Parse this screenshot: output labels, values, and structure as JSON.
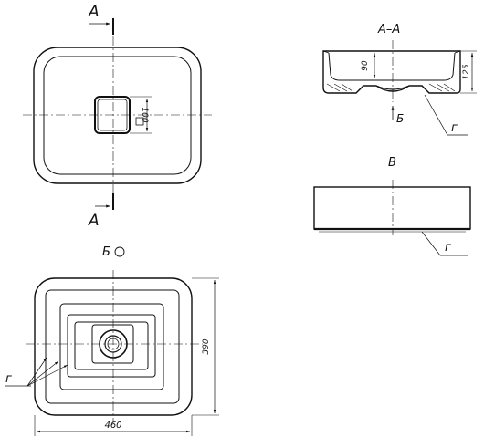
{
  "labels": {
    "section_mark": "A",
    "section_title": "A–A",
    "view_b": "Б",
    "view_v": "В",
    "view_b_rot": "Б"
  },
  "dimensions": {
    "drain_square": "100",
    "depth": "90",
    "height": "125",
    "width": "460",
    "length": "390"
  },
  "callouts": {
    "g": "г"
  }
}
